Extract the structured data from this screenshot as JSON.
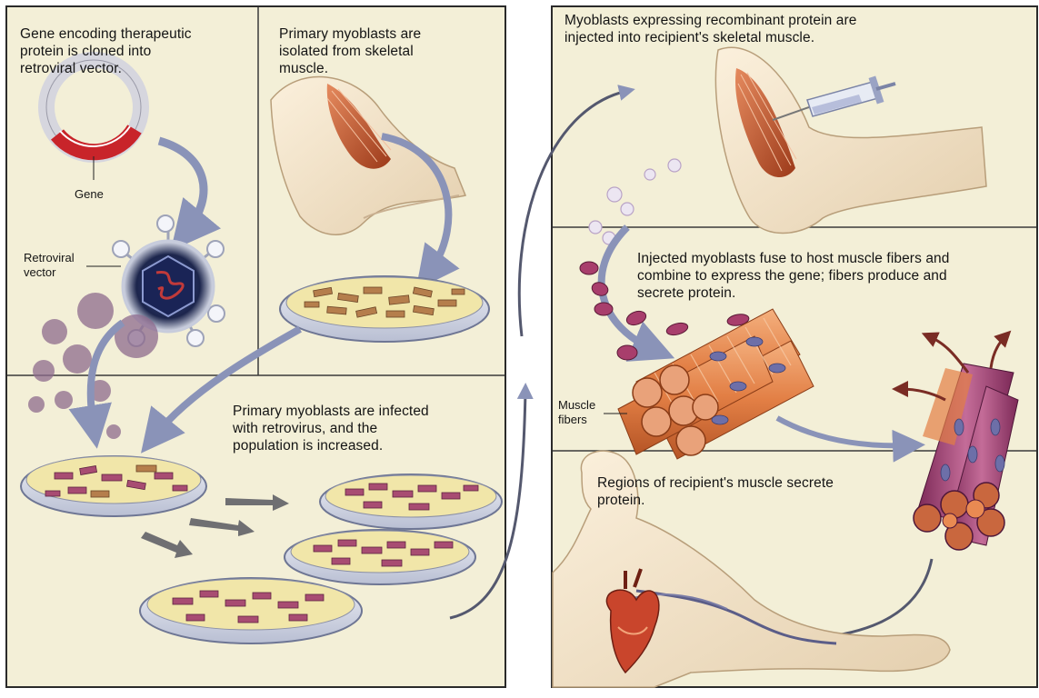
{
  "captions": {
    "step1": "Gene encoding therapeutic\nprotein is cloned into\nretroviral vector.",
    "step2": "Primary myoblasts are\nisolated from skeletal\nmuscle.",
    "step3": "Primary myoblasts are infected\nwith retrovirus, and the\npopulation is increased.",
    "step4": "Myoblasts expressing recombinant protein are\ninjected into recipient's skeletal muscle.",
    "step5": "Injected myoblasts fuse to host muscle fibers and\ncombine to express the gene; fibers produce and\nsecrete protein.",
    "step6": "Regions of recipient's muscle secrete\nprotein."
  },
  "labels": {
    "gene": "Gene",
    "retroviral_vector": "Retroviral\nvector",
    "muscle_fibers": "Muscle\nfibers"
  },
  "colors": {
    "panel_background": "#f3efd7",
    "panel_border": "#2a2a2a",
    "arrow": "#8a93b8",
    "muscle": "#c8602e",
    "fiber_orange": "#e98a52",
    "fiber_purple": "#b65a86",
    "cell_purple": "#8f2c5c",
    "skin": "#f4e3c7",
    "dish_media": "#f1e6a9"
  }
}
